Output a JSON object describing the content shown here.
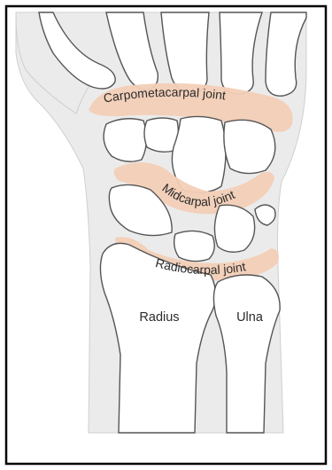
{
  "diagram": {
    "joints": [
      {
        "label": "Carpometacarpal joint"
      },
      {
        "label": "Midcarpal joint"
      },
      {
        "label": "Radiocarpal joint"
      }
    ],
    "bones": [
      {
        "label": "Radius"
      },
      {
        "label": "Ulna"
      }
    ],
    "colors": {
      "joint_fill": "#f3cfb7",
      "soft_tissue": "#ebebeb",
      "bone_outline": "#555555",
      "frame_border": "#000000"
    }
  }
}
